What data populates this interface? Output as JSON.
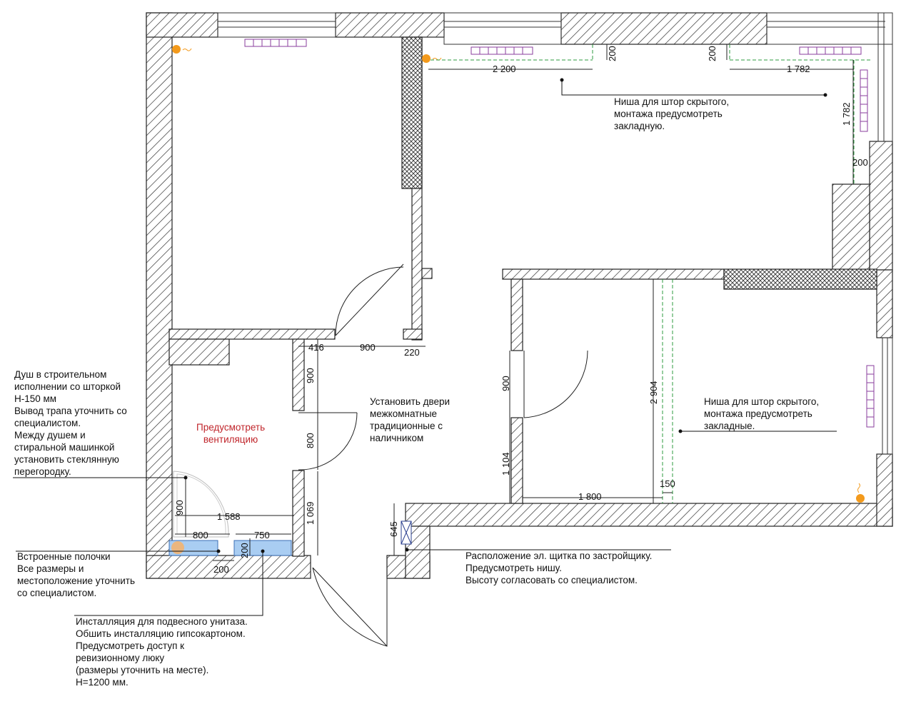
{
  "plan": {
    "wall_hatch_color": "#222222",
    "cabinet_color": "#a9cdf2",
    "cabinet_stroke": "#3b6fb5",
    "radiator_color": "#8a3e9e",
    "lamp_color": "#f39a1c",
    "guide_color": "#2e9b3f"
  },
  "dimensions": {
    "niche_top_left_len": "2 200",
    "niche_top_left_depth": "200",
    "niche_top_right_depth": "200",
    "niche_top_right_len": "1 782",
    "niche_side_len": "1 782",
    "niche_side_depth": "200",
    "door_gap_left": "416",
    "door_width_main": "900",
    "door_gap_right": "220",
    "bath_door_upper": "900",
    "bath_door": "800",
    "bath_lower": "1 069",
    "bedroom_door": "900",
    "bedroom_lower": "1 104",
    "bedroom_height": "2 904",
    "bedroom_width": "1 800",
    "bedroom_niche": "150",
    "shower_900": "900",
    "bath_width": "1 588",
    "shower_800": "800",
    "wm_750": "750",
    "shelf_200_v": "200",
    "shelf_200_h": "200",
    "panel_645": "645"
  },
  "notes": {
    "niche_top": [
      "Ниша для штор скрытого,",
      "монтажа предусмотреть",
      "закладную."
    ],
    "niche_bedroom": [
      "Ниша для штор скрытого,",
      "монтажа предусмотреть",
      "закладные."
    ],
    "doors": [
      "Установить двери",
      "межкомнатные",
      "традиционные с",
      "наличником"
    ],
    "ventilation": [
      "Предусмотреть",
      "вентиляцию"
    ],
    "shower": [
      "Душ в строительном",
      "исполнении со шторкой",
      "Н-150 мм",
      "Вывод трапа уточнить со",
      "специалистом.",
      "Между душем и",
      "стиральной машинкой",
      "установить стеклянную",
      "перегородку."
    ],
    "shelves": [
      "Встроенные полочки",
      "Все размеры и",
      "местоположение уточнить",
      "со специалистом."
    ],
    "toilet": [
      "Инсталляция для подвесного унитаза.",
      "Обшить инсталляцию гипсокартоном.",
      "Предусмотреть доступ к",
      "ревизионному люку",
      "(размеры уточнить на месте).",
      "Н=1200 мм."
    ],
    "panel": [
      "Расположение эл. щитка по застройщику.",
      "Предусмотреть нишу.",
      "Высоту согласовать со специалистом."
    ]
  }
}
